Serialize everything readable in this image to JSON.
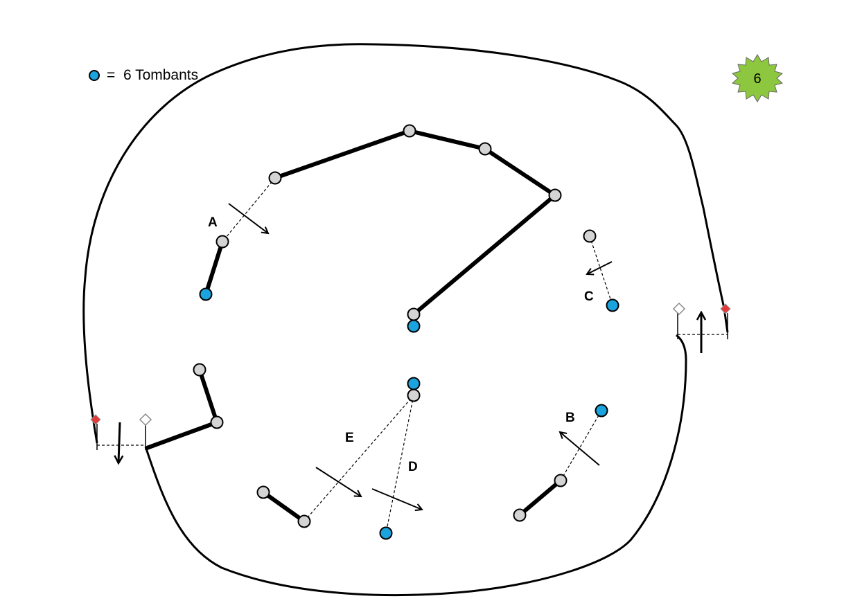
{
  "legend": {
    "equals": "=",
    "text": "6 Tombants",
    "dot_color": "#1aa3dc"
  },
  "badge": {
    "number": "6",
    "color": "#8dc63f"
  },
  "section_labels": [
    "A",
    "B",
    "C",
    "D",
    "E"
  ],
  "colors": {
    "pole": "#d4d4d4",
    "falling_pole": "#1aa3dc",
    "start_flag": "#e03a3a",
    "finish_flag": "#ffffff"
  }
}
